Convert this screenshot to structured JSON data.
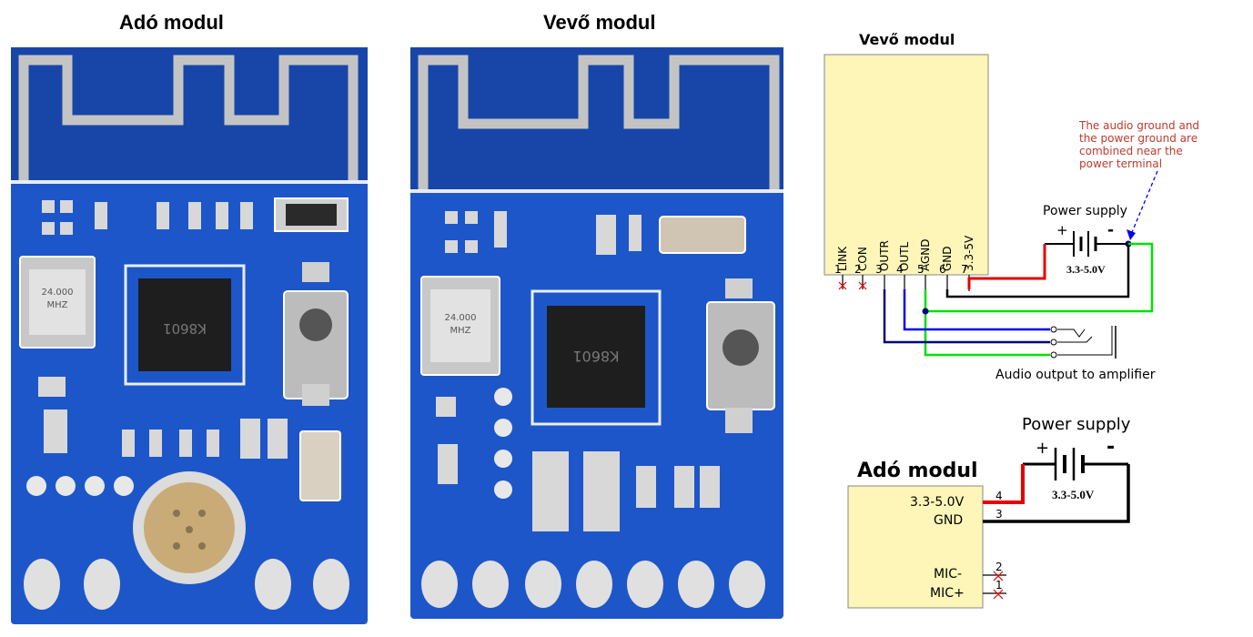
{
  "left_title": "Adó modul",
  "middle_title": "Vevő modul",
  "tx_board": {
    "crystal": [
      "24.000",
      "MHZ"
    ],
    "chip": "K8601"
  },
  "rx_board": {
    "crystal": [
      "24.000",
      "MHZ"
    ],
    "chip": "K8601"
  },
  "rx_diagram": {
    "title": "Vevő modul",
    "pins": [
      {
        "num": "1",
        "label": "LINK"
      },
      {
        "num": "2",
        "label": "CON"
      },
      {
        "num": "3",
        "label": "OUTR"
      },
      {
        "num": "4",
        "label": "OUTL"
      },
      {
        "num": "5",
        "label": "AGND"
      },
      {
        "num": "6",
        "label": "GND"
      },
      {
        "num": "7",
        "label": "3.3-5V"
      }
    ],
    "note": [
      "The audio ground and",
      "the power ground are",
      "combined near the",
      "power terminal"
    ],
    "power_supply": "Power supply",
    "plus": "+",
    "minus": "-",
    "voltage": "3.3-5.0V",
    "audio_out": "Audio output to amplifier"
  },
  "tx_diagram": {
    "title": "Adó modul",
    "power_supply": "Power supply",
    "plus": "+",
    "minus": "-",
    "voltage": "3.3-5.0V",
    "pins": [
      {
        "num": "4",
        "label": "3.3-5.0V"
      },
      {
        "num": "3",
        "label": "GND"
      },
      {
        "num": "2",
        "label": "MIC-"
      },
      {
        "num": "1",
        "label": "MIC+"
      }
    ]
  },
  "colors": {
    "pcb": "#1d56c8",
    "pcb_dark": "#1846a8",
    "antenna": "#c4c4c4",
    "module_fill": "#fdf6b8",
    "wire_red": "#e60000",
    "wire_green": "#00e000",
    "wire_blue": "#0000ee",
    "wire_navy": "#000080",
    "note_red": "#c0392b"
  }
}
